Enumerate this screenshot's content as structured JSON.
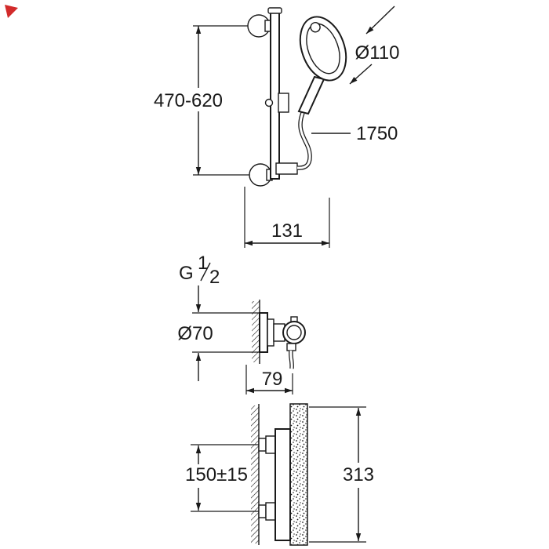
{
  "drawing": {
    "background": "#ffffff",
    "line_color": "#1a1a1a",
    "accent_color": "#d22b2b",
    "top_view": {
      "rail_height": "470-620",
      "head_diameter": "Ø110",
      "hose_length": "1750",
      "wall_offset": "131"
    },
    "middle_view": {
      "thread_letter": "G",
      "thread_numerator": "1",
      "thread_denominator": "2",
      "flange_diameter": "Ø70",
      "projection": "79"
    },
    "bottom_view": {
      "connection_spacing": "150±15",
      "total_height": "313"
    }
  }
}
